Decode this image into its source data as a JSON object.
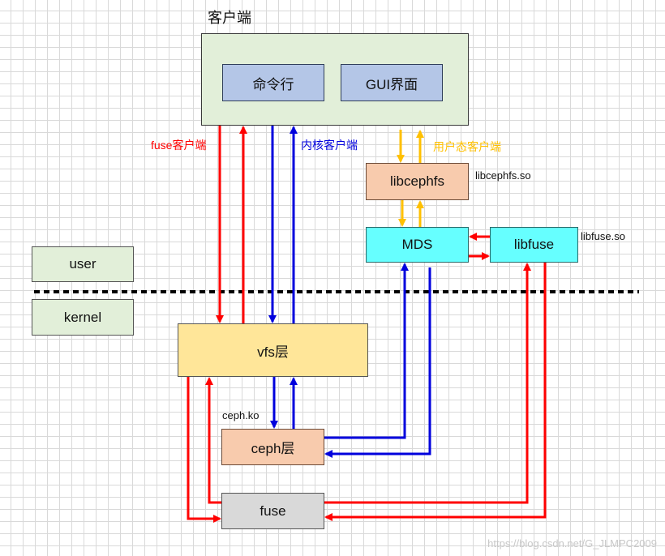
{
  "colors": {
    "red": "#ff0000",
    "blue": "#0000dd",
    "orange": "#ffc000"
  },
  "client": {
    "title": "客户端",
    "cmd": "命令行",
    "gui": "GUI界面"
  },
  "libraries": {
    "libcephfs": "libcephfs",
    "libcephfs_so": "libcephfs.so",
    "mds": "MDS",
    "libfuse": "libfuse",
    "libfuse_so": "libfuse.so"
  },
  "space": {
    "user": "user",
    "kernel": "kernel"
  },
  "kernel_layers": {
    "vfs": "vfs层",
    "ceph": "ceph层",
    "ceph_ko": "ceph.ko",
    "fuse": "fuse"
  },
  "paths": {
    "fuse_client": "fuse客户端",
    "kernel_client": "内核客户端",
    "user_client": "用户态客户端"
  },
  "watermark": "https://blog.csdn.net/G_JLMPC2009"
}
